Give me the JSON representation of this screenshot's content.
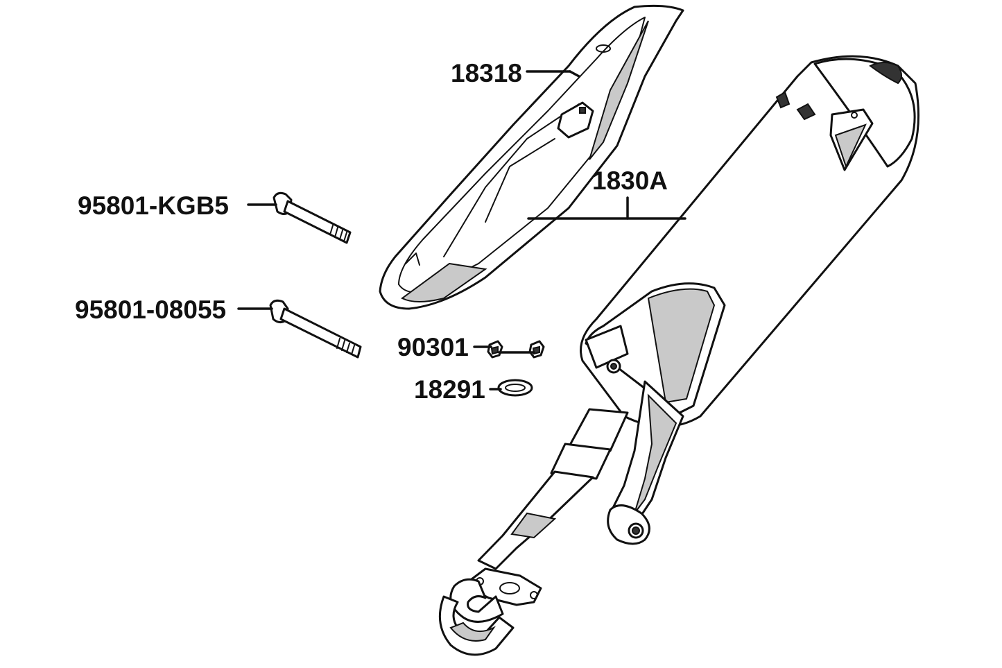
{
  "diagram": {
    "parts": [
      {
        "id": "heat-shield",
        "number": "18318"
      },
      {
        "id": "muffler",
        "number": "1830A"
      },
      {
        "id": "bolt-short",
        "number": "95801-KGB5"
      },
      {
        "id": "bolt-long",
        "number": "95801-08055"
      },
      {
        "id": "nut",
        "number": "90301"
      },
      {
        "id": "gasket",
        "number": "18291"
      }
    ]
  },
  "colors": {
    "line": "#111111",
    "shade": "#c9c9c9",
    "background": "#ffffff"
  }
}
